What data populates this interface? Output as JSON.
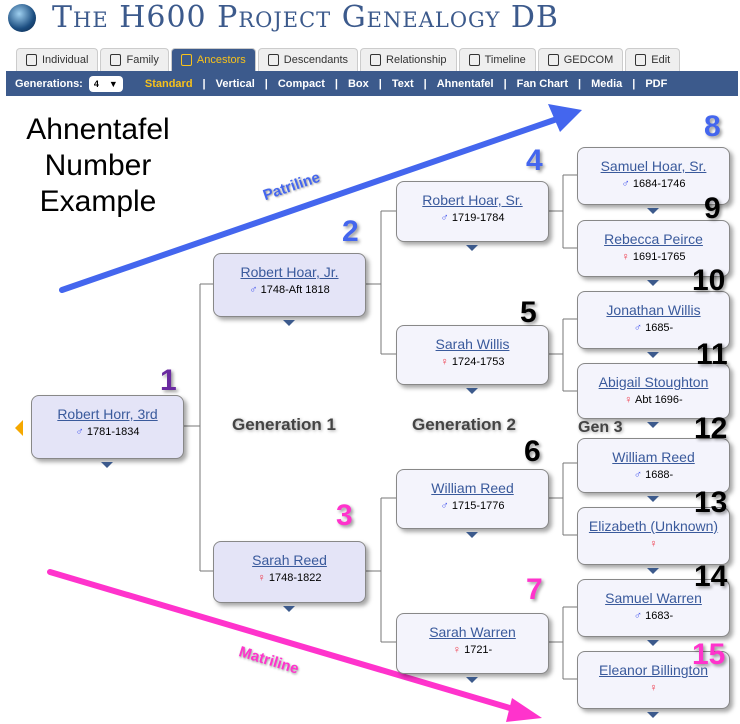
{
  "header": {
    "title": "The H600 Project Genealogy DB"
  },
  "tabs": [
    {
      "label": "Individual"
    },
    {
      "label": "Family"
    },
    {
      "label": "Ancestors",
      "active": true
    },
    {
      "label": "Descendants"
    },
    {
      "label": "Relationship"
    },
    {
      "label": "Timeline"
    },
    {
      "label": "GEDCOM"
    },
    {
      "label": "Edit"
    }
  ],
  "subnav": {
    "generations_label": "Generations:",
    "generations_value": "4",
    "views": [
      "Standard",
      "Vertical",
      "Compact",
      "Box",
      "Text",
      "Ahnentafel",
      "Fan Chart",
      "Media",
      "PDF"
    ],
    "active_view": "Standard",
    "separator": "|"
  },
  "annotation": {
    "title_lines": [
      "Ahnentafel",
      "Number",
      "Example"
    ],
    "patriline": "Patriline",
    "matriline": "Matriline",
    "generations": [
      "Generation 1",
      "Generation 2",
      "Gen 3"
    ]
  },
  "people": [
    {
      "n": "1",
      "name": "Robert Horr, 3rd",
      "sex": "m",
      "dates": "1781-1834"
    },
    {
      "n": "2",
      "name": "Robert Hoar, Jr.",
      "sex": "m",
      "dates": "1748-Aft 1818"
    },
    {
      "n": "3",
      "name": "Sarah Reed",
      "sex": "f",
      "dates": "1748-1822"
    },
    {
      "n": "4",
      "name": "Robert Hoar, Sr.",
      "sex": "m",
      "dates": "1719-1784"
    },
    {
      "n": "5",
      "name": "Sarah Willis",
      "sex": "f",
      "dates": "1724-1753"
    },
    {
      "n": "6",
      "name": "William Reed",
      "sex": "m",
      "dates": "1715-1776"
    },
    {
      "n": "7",
      "name": "Sarah Warren",
      "sex": "f",
      "dates": "1721-"
    },
    {
      "n": "8",
      "name": "Samuel Hoar, Sr.",
      "sex": "m",
      "dates": "1684-1746"
    },
    {
      "n": "9",
      "name": "Rebecca Peirce",
      "sex": "f",
      "dates": "1691-1765"
    },
    {
      "n": "10",
      "name": "Jonathan Willis",
      "sex": "m",
      "dates": "1685-"
    },
    {
      "n": "11",
      "name": "Abigail Stoughton",
      "sex": "f",
      "dates": "Abt 1696-"
    },
    {
      "n": "12",
      "name": "William Reed",
      "sex": "m",
      "dates": "1688-"
    },
    {
      "n": "13",
      "name": "Elizabeth (Unknown)",
      "sex": "f",
      "dates": ""
    },
    {
      "n": "14",
      "name": "Samuel Warren",
      "sex": "m",
      "dates": "1683-"
    },
    {
      "n": "15",
      "name": "Eleanor Billington",
      "sex": "f",
      "dates": ""
    }
  ],
  "symbols": {
    "m": "♂",
    "f": "♀"
  },
  "colors": {
    "nav": "#3c5a8c",
    "active": "#f8c21a",
    "patriline": "#4466ee",
    "matriline": "#ff33cc",
    "num1": "#6a2aa0"
  }
}
